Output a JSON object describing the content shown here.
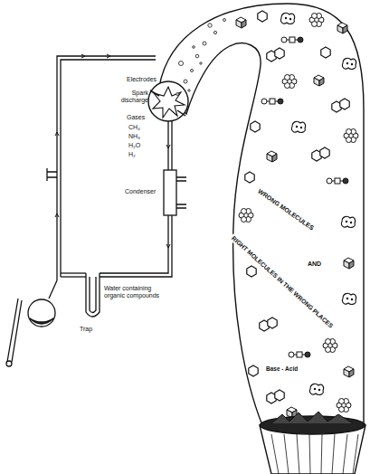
{
  "diagram": {
    "labels": [
      "Electrodes",
      "Spark discharge",
      "Gases",
      "CH₄",
      "NH₃",
      "H₂O",
      "H₂",
      "Condenser",
      "Water containing organic compounds",
      "Trap",
      "WRONG MOLECULES",
      "AND",
      "RIGHT MOLECULES IN THE WRONG PLACES",
      "Base - Acid"
    ]
  }
}
